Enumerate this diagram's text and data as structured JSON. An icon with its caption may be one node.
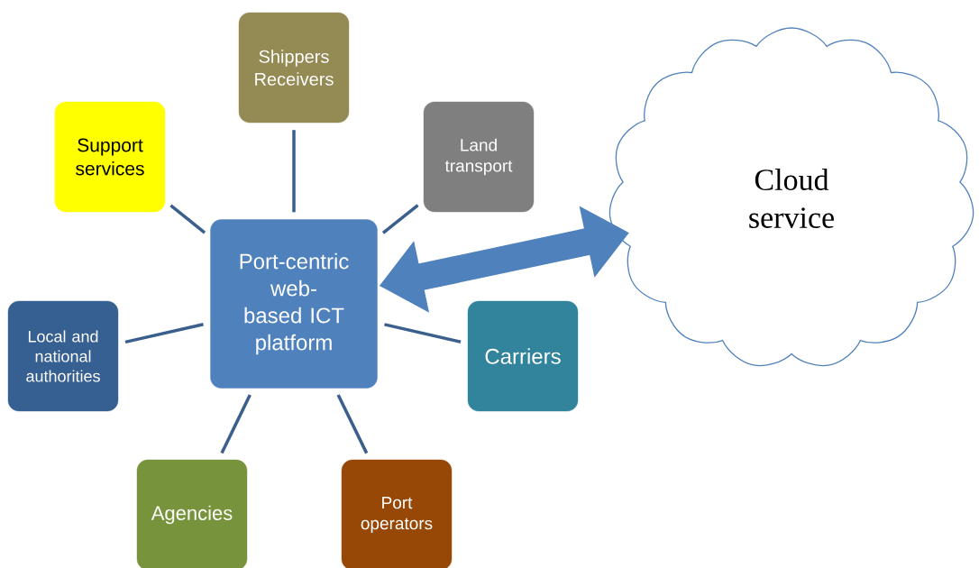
{
  "diagram": {
    "nodes": [
      {
        "text": [
          "Shippers Receivers"
        ]
      },
      {
        "text": [
          "Support services"
        ]
      },
      {
        "text": [
          "Land transport"
        ]
      },
      {
        "text": [
          "Cloud service"
        ]
      },
      {
        "text": [
          "Port-centric web-based ICT platform"
        ]
      },
      {
        "text": [
          "Local and national authorities"
        ]
      },
      {
        "text": [
          "Carriers"
        ]
      },
      {
        "text": [
          "Agencies"
        ]
      },
      {
        "text": [
          "Port operators"
        ]
      }
    ],
    "edges": [
      {
        "from": 4,
        "to": 0,
        "arrow": "none"
      },
      {
        "from": 4,
        "to": 1,
        "arrow": "none"
      },
      {
        "from": 4,
        "to": 2,
        "arrow": "none"
      },
      {
        "from": 4,
        "to": 3,
        "arrow": "both",
        "style": "thick",
        "color": "#4f81bd"
      },
      {
        "from": 4,
        "to": 5,
        "arrow": "none"
      },
      {
        "from": 4,
        "to": 6,
        "arrow": "none"
      },
      {
        "from": 4,
        "to": 7,
        "arrow": "none"
      },
      {
        "from": 4,
        "to": 8,
        "arrow": "none"
      }
    ]
  }
}
